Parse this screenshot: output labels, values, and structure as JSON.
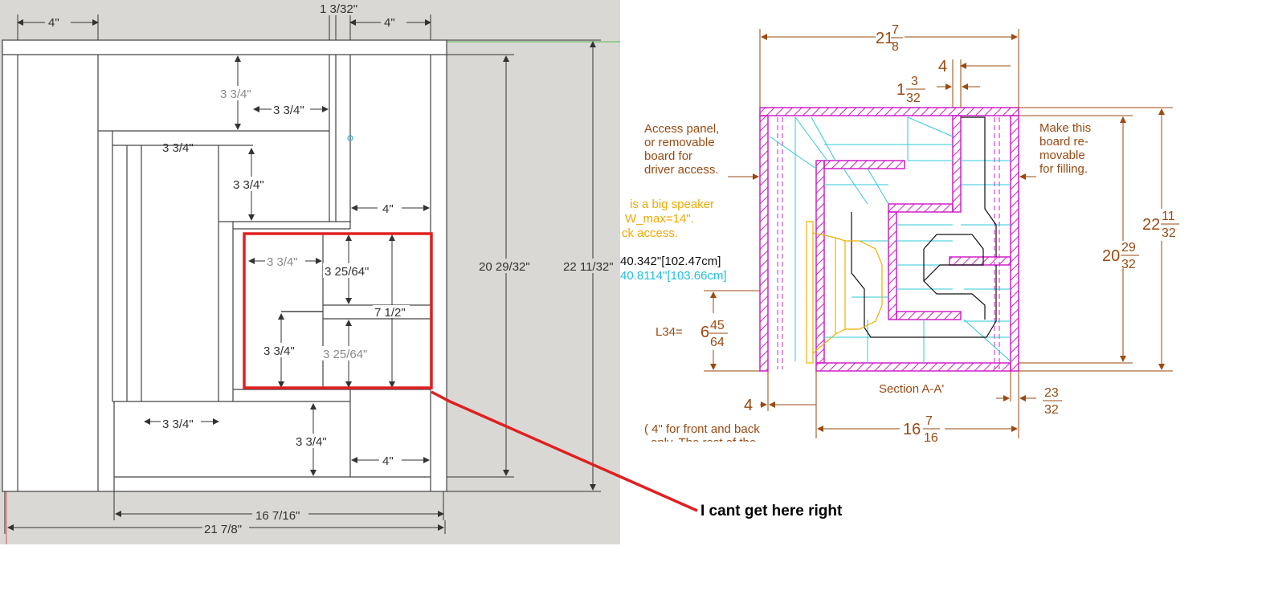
{
  "left_drawing": {
    "dims": {
      "top_left_4": "4\"",
      "top_1_3_32": "1 3/32\"",
      "top_right_4": "4\"",
      "v_3_3_4_a": "3 3/4\"",
      "h_3_3_4_a": "3 3/4\"",
      "inner_3_3_4": "3 3/4\"",
      "v_3_3_4_b": "3 3/4\"",
      "right_4_mid": "4\"",
      "h_3_3_4_box": "3 3/4\"",
      "v_3_25_64_top": "3 25/64\"",
      "h_7_1_2": "7 1/2\"",
      "v_3_3_4_box": "3 3/4\"",
      "v_3_25_64_bot": "3 25/64\"",
      "height_20_29_32": "20 29/32\"",
      "height_22_11_32": "22 11/32\"",
      "bottom_3_3_4_h": "3 3/4\"",
      "bottom_3_3_4_v": "3 3/4\"",
      "bottom_4": "4\"",
      "width_16_7_16": "16 7/16\"",
      "width_21_7_8": "21 7/8\""
    }
  },
  "right_drawing": {
    "top_width": {
      "whole": "21",
      "num": "7",
      "den": "8"
    },
    "top_4": "4",
    "top_1_3_32": {
      "whole": "1",
      "num": "3",
      "den": "32"
    },
    "access_note": [
      "Access panel,",
      "or removable",
      "board for",
      "driver access."
    ],
    "make_note": [
      "Make this",
      "board re-",
      "movable",
      "for filling."
    ],
    "yellow_note": [
      "is a big speaker",
      "W_max=14\".",
      "ck access."
    ],
    "black_length": "40.342\"[102.47cm]",
    "cyan_length": "40.8114\"[103.66cm]",
    "l34_label": "L34=",
    "l34_value": {
      "whole": "6",
      "num": "45",
      "den": "64"
    },
    "height_inner": {
      "whole": "20",
      "num": "29",
      "den": "32"
    },
    "height_outer": {
      "whole": "22",
      "num": "11",
      "den": "32"
    },
    "section_label": "Section A-A'",
    "bottom_4": "4",
    "bottom_23_32": {
      "num": "23",
      "den": "32"
    },
    "bottom_width": {
      "whole": "16",
      "num": "7",
      "den": "16"
    },
    "foot_note": [
      "( 4\" for front and back",
      "only.  The rest of the"
    ]
  },
  "annotation": {
    "text": "I cant get here right",
    "color": "#e02020"
  }
}
